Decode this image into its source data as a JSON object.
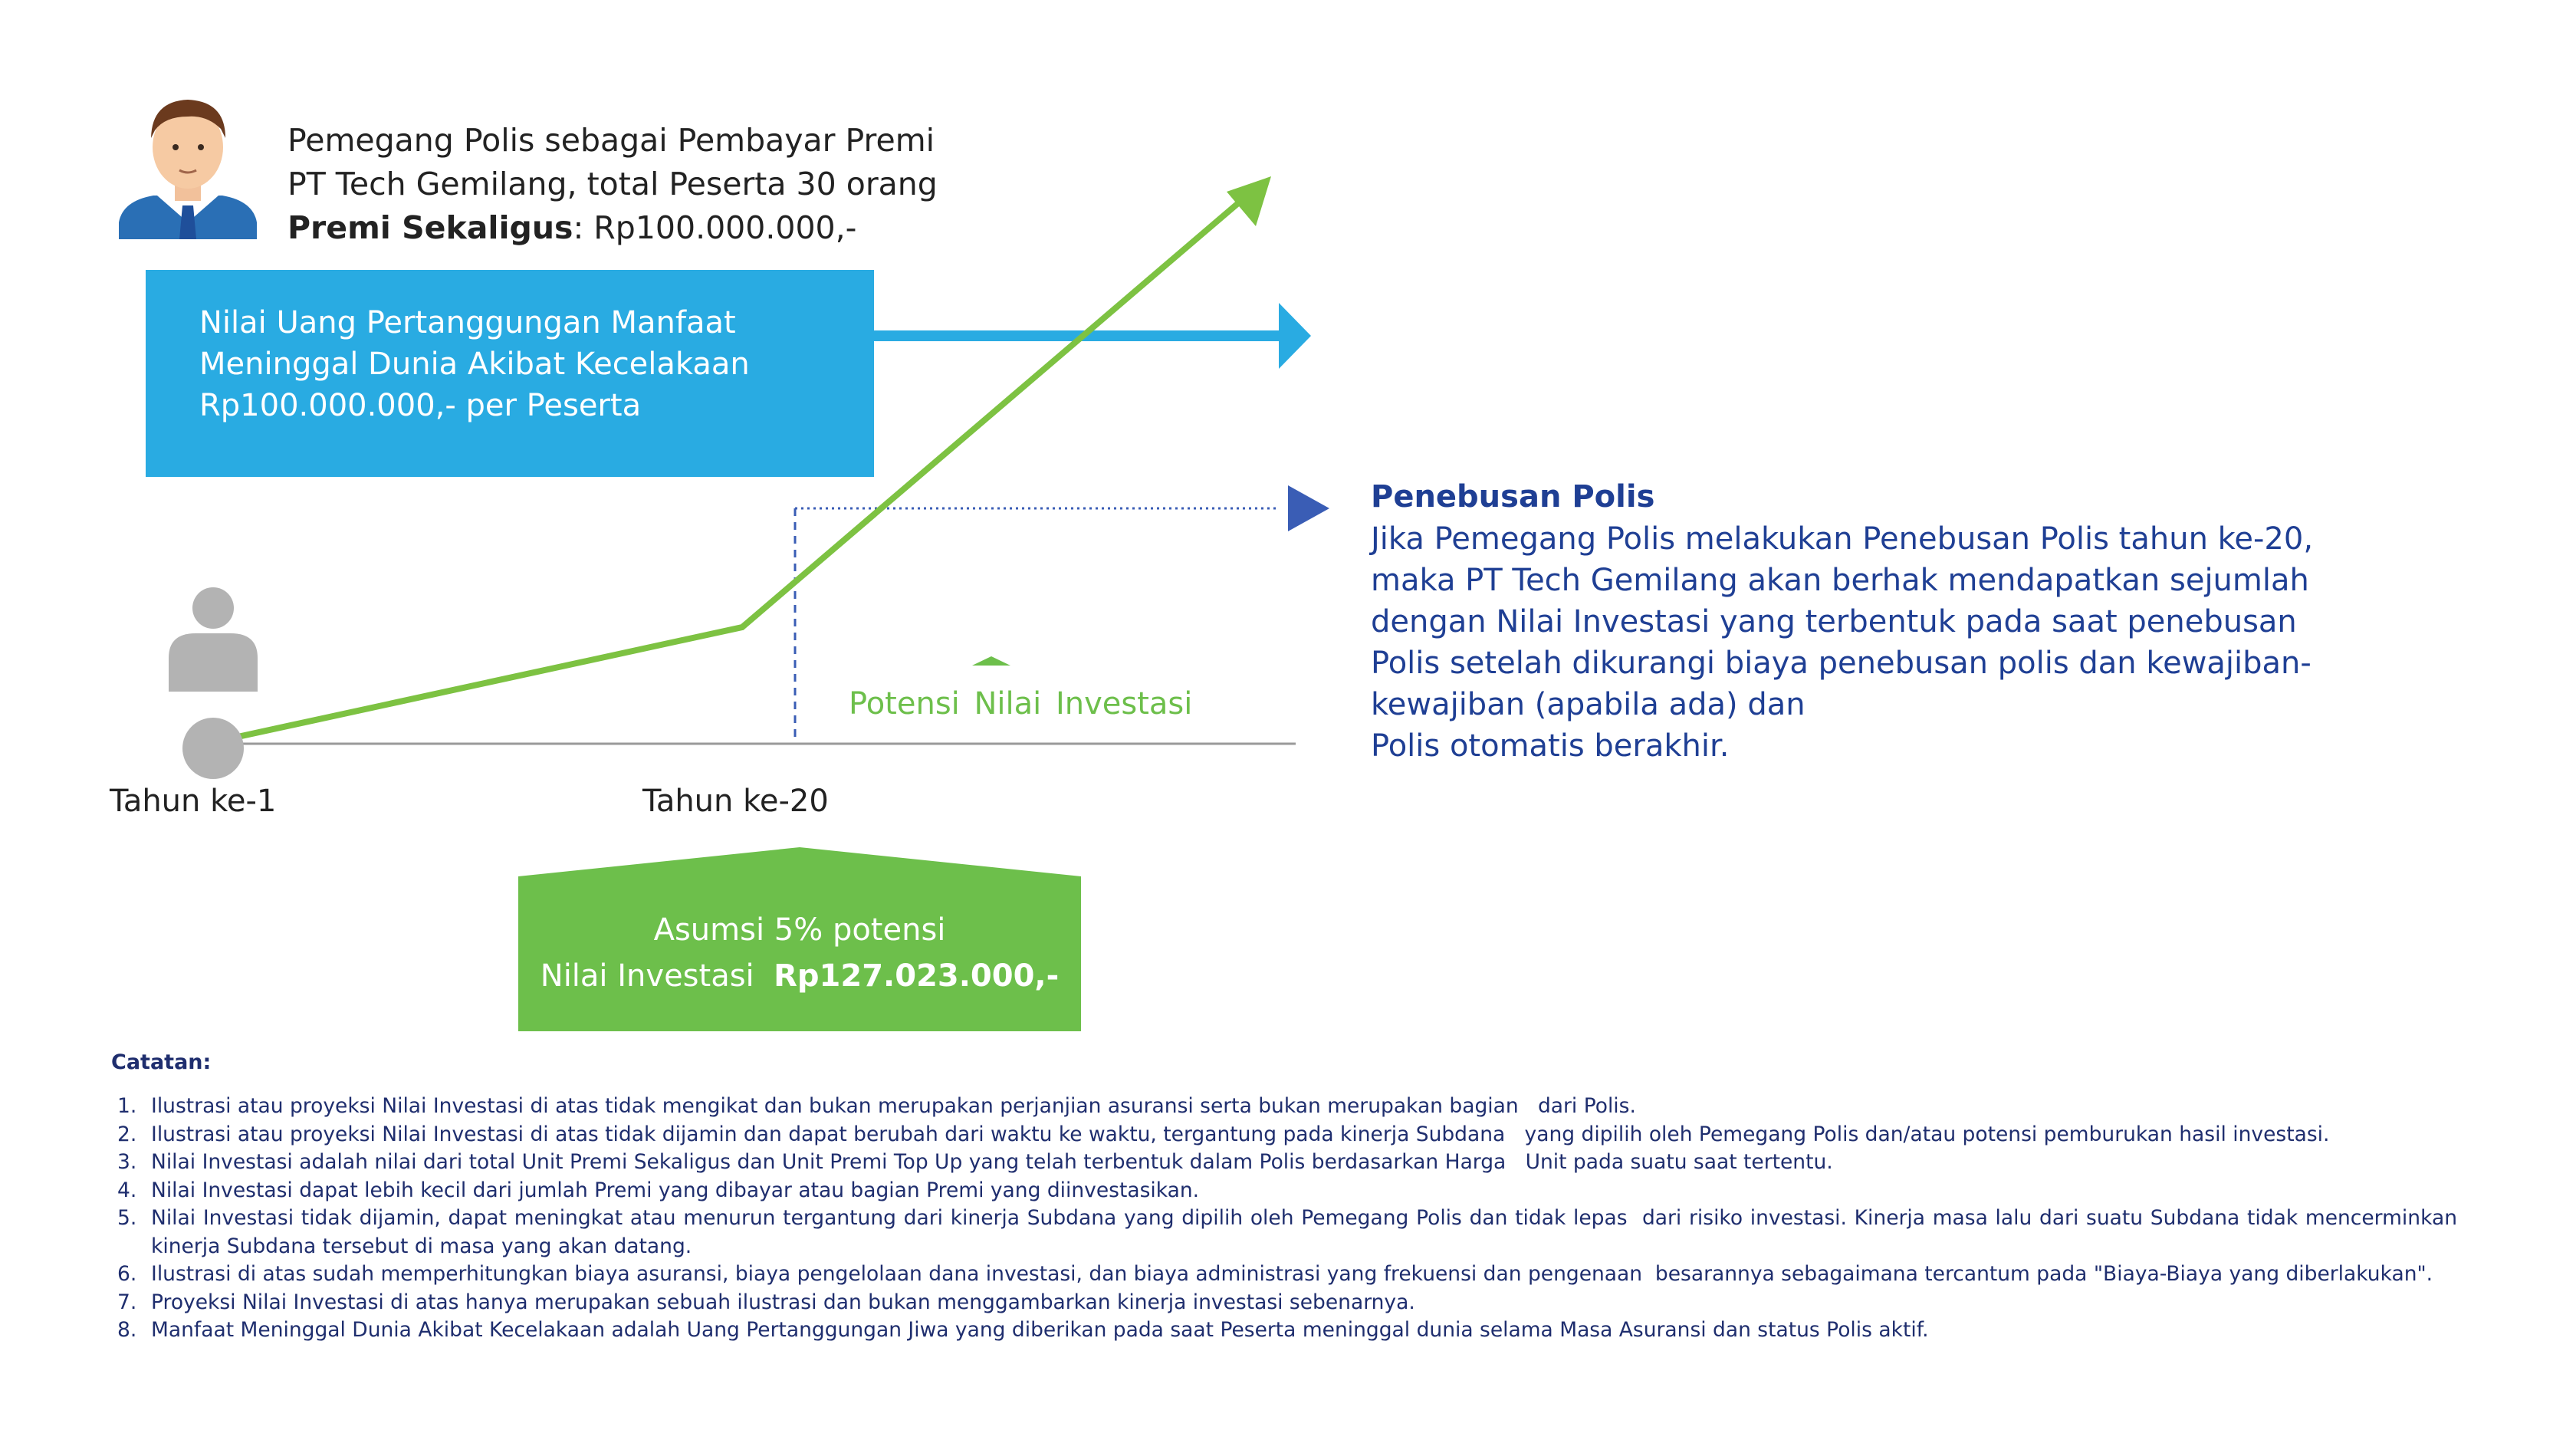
{
  "policy_holder": {
    "line1": "Pemegang Polis sebagai Pembayar Premi",
    "line2": "PT Tech Gemilang, total Peserta 30 orang",
    "premium_label": "Premi Sekaligus",
    "premium_value": ": Rp100.000.000,-"
  },
  "death_benefit_box": {
    "line1": "Nilai Uang Pertanggungan Manfaat",
    "line2": "Meninggal Dunia Akibat Kecelakaan",
    "line3": "Rp100.000.000,- per Peserta"
  },
  "timeline": {
    "start_label": "Tahun ke-1",
    "year20_label": "Tahun ke-20",
    "potential_label": "Potensi Nilai   Investasi"
  },
  "assumption_box": {
    "line1": "Asumsi 5% potensi",
    "line2_prefix": "Nilai Investasi  ",
    "line2_value": "Rp127.023.000,-"
  },
  "surrender": {
    "title": "Penebusan Polis",
    "lines": [
      "Jika Pemegang Polis melakukan Penebusan Polis tahun ke-20,",
      "maka PT Tech Gemilang akan berhak mendapatkan sejumlah",
      "dengan Nilai Investasi yang terbentuk pada saat penebusan",
      "Polis setelah dikurangi biaya penebusan polis dan kewajiban-",
      "kewajiban (apabila ada) dan",
      "Polis otomatis berakhir."
    ]
  },
  "notes": {
    "heading": "Catatan:",
    "items": [
      {
        "num": "1.",
        "text": "Ilustrasi atau proyeksi Nilai Investasi di atas tidak mengikat dan bukan merupakan perjanjian asuransi serta bukan merupakan bagian   dari Polis."
      },
      {
        "num": "2.",
        "text": "Ilustrasi atau proyeksi Nilai Investasi di atas tidak dijamin dan dapat berubah dari waktu ke waktu, tergantung pada kinerja Subdana   yang dipilih oleh Pemegang Polis dan/atau potensi pemburukan hasil investasi."
      },
      {
        "num": "3.",
        "text": "Nilai Investasi adalah nilai dari total Unit Premi Sekaligus dan Unit Premi Top Up yang telah terbentuk dalam Polis berdasarkan Harga   Unit pada suatu saat tertentu."
      },
      {
        "num": "4.",
        "text": "Nilai Investasi dapat lebih kecil dari jumlah Premi yang dibayar atau bagian Premi yang diinvestasikan."
      },
      {
        "num": "5.",
        "text": "Nilai Investasi tidak dijamin, dapat meningkat atau menurun tergantung dari kinerja Subdana yang dipilih oleh Pemegang Polis dan tidak lepas  dari risiko investasi. Kinerja masa lalu dari suatu Subdana tidak mencerminkan kinerja Subdana tersebut di masa yang akan datang."
      },
      {
        "num": "6.",
        "text": "Ilustrasi di atas sudah memperhitungkan biaya asuransi, biaya pengelolaan dana investasi, dan biaya administrasi yang frekuensi dan pengenaan  besarannya sebagaimana tercantum pada \"Biaya-Biaya yang diberlakukan\"."
      },
      {
        "num": "7.",
        "text": "Proyeksi Nilai Investasi di atas hanya merupakan sebuah ilustrasi dan bukan menggambarkan kinerja investasi sebenarnya."
      },
      {
        "num": "8.",
        "text": "Manfaat Meninggal Dunia Akibat Kecelakaan adalah Uang Pertanggungan Jiwa yang diberikan pada saat Peserta meninggal dunia selama Masa Asuransi dan status Polis aktif."
      }
    ]
  },
  "colors": {
    "blue_box": "#29abe2",
    "green_line": "#7dc242",
    "green_box": "#6dbf4b",
    "navy": "#1f3f94",
    "grey_icon": "#b3b3b3"
  }
}
